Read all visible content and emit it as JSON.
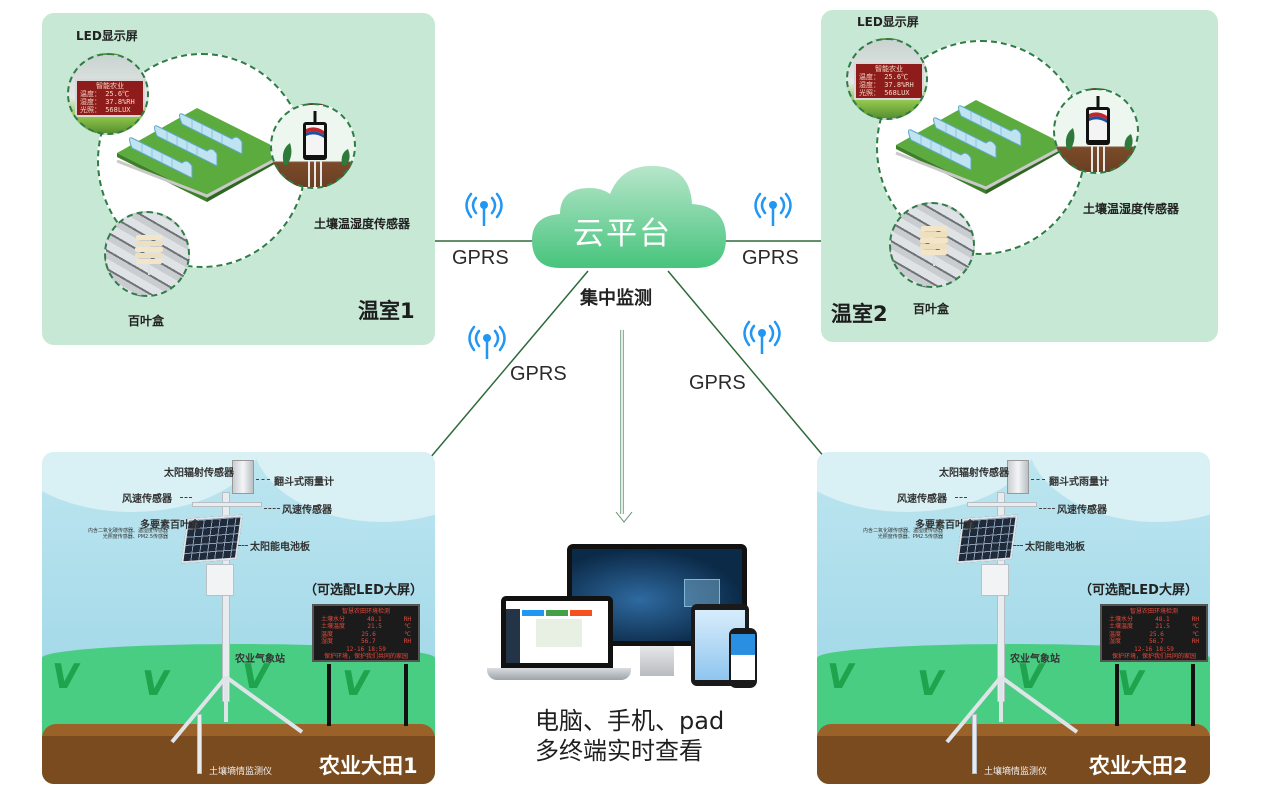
{
  "platform": {
    "cloud_label": "云平台",
    "monitor_label": "集中监测",
    "link_label": "GPRS",
    "colors": {
      "cloud_top": "#b8e6cb",
      "cloud_bottom": "#46c47c",
      "link_line": "#2e6b3c",
      "signal_icon": "#2196f3"
    }
  },
  "greenhouses": [
    {
      "title": "温室1",
      "led_label": "LED显示屏",
      "soil_sensor_label": "土壤温湿度传感器",
      "louver_box_label": "百叶盒",
      "led_screen": {
        "title": "智能农业",
        "lines": [
          "温度：  25.6℃",
          "湿度：  37.8%RH",
          "光照：  568LUX"
        ]
      }
    },
    {
      "title": "温室2",
      "led_label": "LED显示屏",
      "soil_sensor_label": "土壤温湿度传感器",
      "louver_box_label": "百叶盒",
      "led_screen": {
        "title": "智能农业",
        "lines": [
          "温度：  25.6℃",
          "湿度：  37.8%RH",
          "光照：  568LUX"
        ]
      }
    }
  ],
  "fields": [
    {
      "title": "农业大田1",
      "callouts": {
        "solar_radiation": "太阳辐射传感器",
        "rain_gauge": "翻斗式雨量计",
        "wind_speed_left": "风速传感器",
        "wind_speed_right": "风速传感器",
        "louver_box": "多要素百叶盒",
        "louver_box_detail_1": "内含二氧化碳传感器、温湿度传感器",
        "louver_box_detail_2": "光照度传感器、PM2.5传感器",
        "solar_panel": "太阳能电池板",
        "weather_station": "农业气象站",
        "soil_monitor": "土壤墒情监测仪"
      },
      "optional_led": "（可选配LED大屏）",
      "led_board": {
        "title": "智慧农田环境检测",
        "rows": [
          [
            "土壤水分",
            "48.1",
            "RH"
          ],
          [
            "土壤温度",
            "21.5",
            "℃"
          ],
          [
            "温度",
            "25.6",
            "℃"
          ],
          [
            "湿度",
            "56.7",
            "RH"
          ]
        ],
        "time": "12-16 18:59",
        "slogan": "保护环境，保护我们共同的家园"
      }
    },
    {
      "title": "农业大田2",
      "callouts": {
        "solar_radiation": "太阳辐射传感器",
        "rain_gauge": "翻斗式雨量计",
        "wind_speed_left": "风速传感器",
        "wind_speed_right": "风速传感器",
        "louver_box": "多要素百叶盒",
        "louver_box_detail_1": "内含二氧化碳传感器、温湿度传感器",
        "louver_box_detail_2": "光照度传感器、PM2.5传感器",
        "solar_panel": "太阳能电池板",
        "weather_station": "农业气象站",
        "soil_monitor": "土壤墒情监测仪"
      },
      "optional_led": "（可选配LED大屏）",
      "led_board": {
        "title": "智慧农田环境检测",
        "rows": [
          [
            "土壤水分",
            "48.1",
            "RH"
          ],
          [
            "土壤温度",
            "21.5",
            "℃"
          ],
          [
            "温度",
            "25.6",
            "℃"
          ],
          [
            "湿度",
            "56.7",
            "RH"
          ]
        ],
        "time": "12-16 18:59",
        "slogan": "保护环境，保护我们共同的家园"
      }
    }
  ],
  "terminals": {
    "caption_line1": "电脑、手机、pad",
    "caption_line2": "多终端实时查看"
  }
}
